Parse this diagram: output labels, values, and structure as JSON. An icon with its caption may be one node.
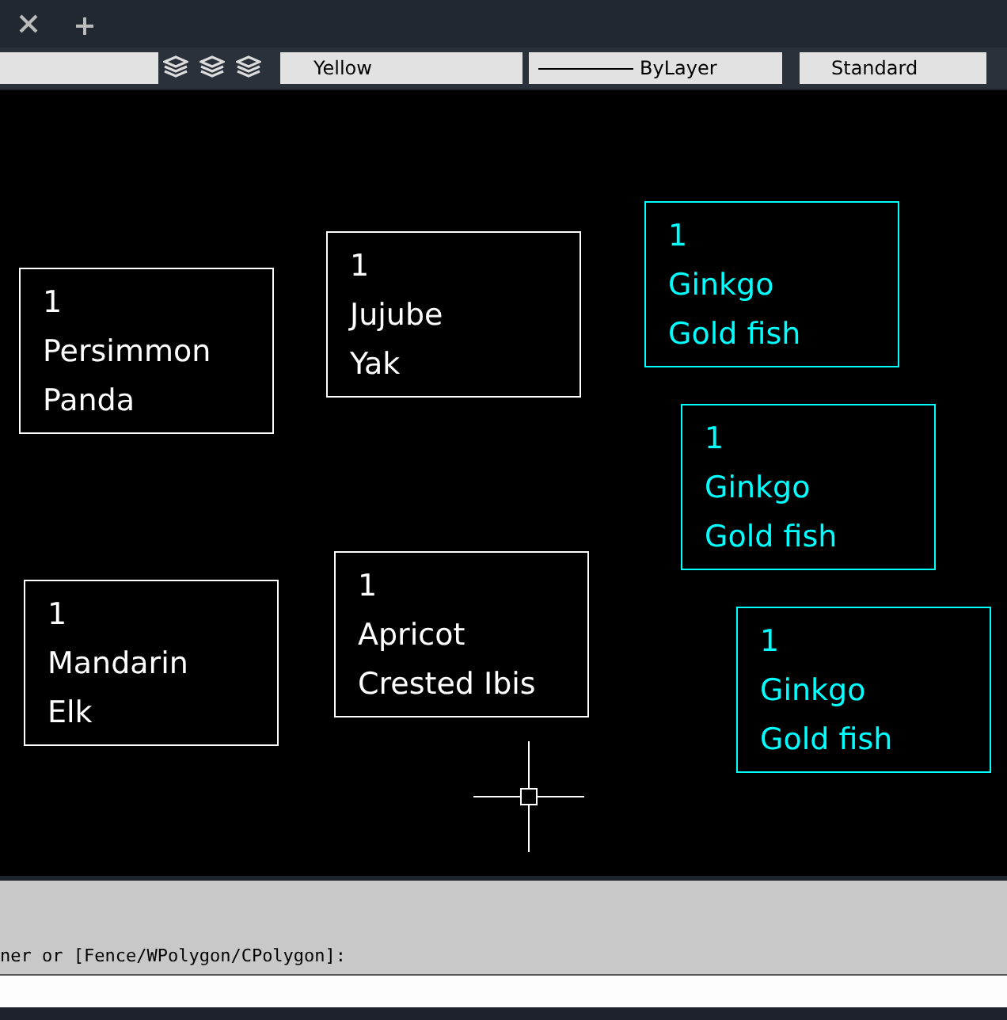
{
  "diagram": {
    "nodes": [
      {
        "text": [
          "1",
          "Persimmon",
          "Panda"
        ]
      },
      {
        "text": [
          "1",
          "Jujube",
          "Yak"
        ]
      },
      {
        "text": [
          "1",
          "Ginkgo",
          "Gold fish"
        ]
      },
      {
        "text": [
          "1",
          "Ginkgo",
          "Gold fish"
        ]
      },
      {
        "text": [
          "1",
          "Mandarin",
          "Elk"
        ]
      },
      {
        "text": [
          "1",
          "Apricot",
          "Crested Ibis"
        ]
      },
      {
        "text": [
          "1",
          "Ginkgo",
          "Gold fish"
        ]
      }
    ],
    "edges": [],
    "labels": [
      "Yellow",
      "ByLayer",
      "Standard",
      "ner or [Fence/WPolygon/CPolygon]:"
    ]
  }
}
